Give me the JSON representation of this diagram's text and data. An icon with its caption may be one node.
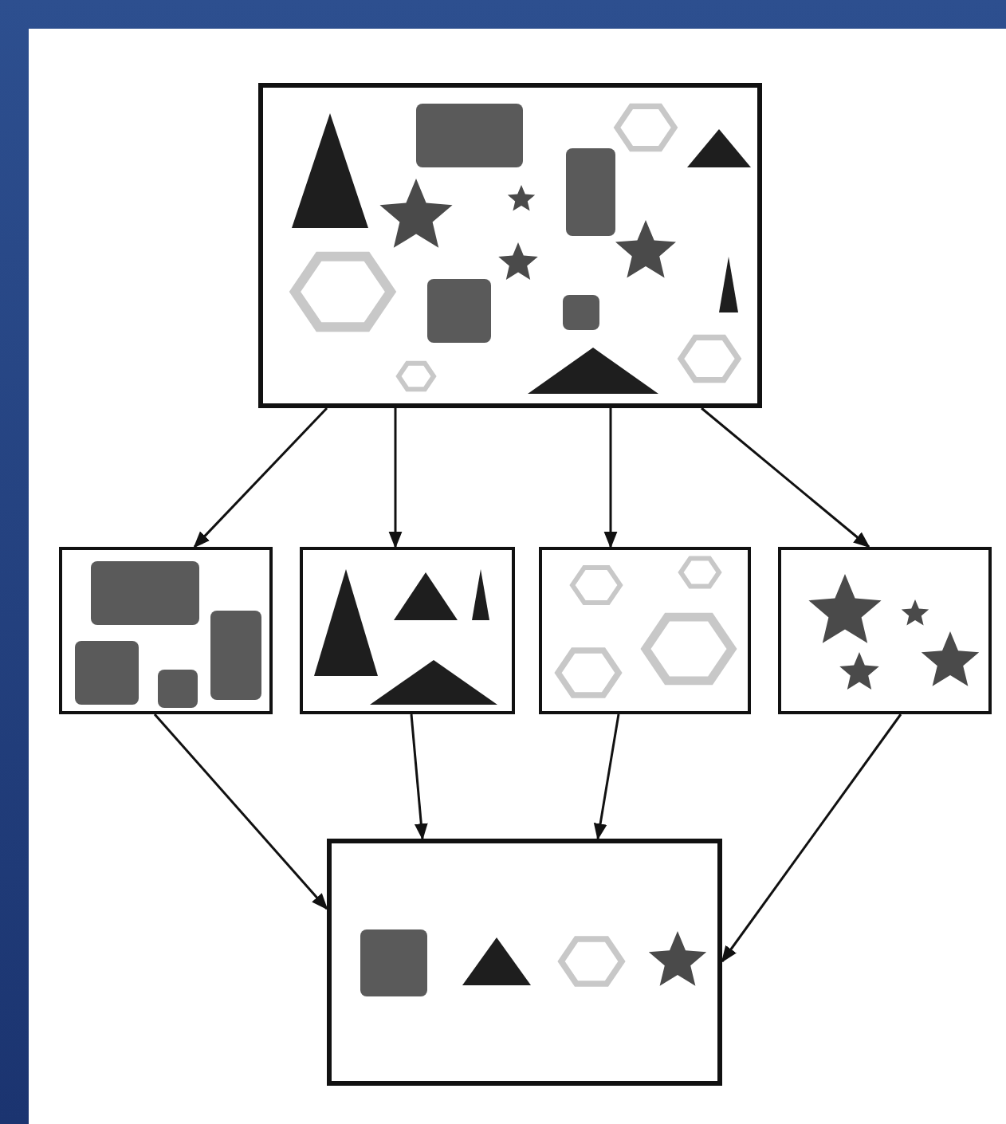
{
  "diagram": {
    "nodes": [
      {
        "text": [],
        "shape": "picture"
      },
      {
        "text": [],
        "shape": "picture"
      },
      {
        "text": [],
        "shape": "picture"
      },
      {
        "text": [],
        "shape": "picture"
      },
      {
        "text": [],
        "shape": "picture"
      },
      {
        "text": [],
        "shape": "picture"
      }
    ],
    "edges": [
      {
        "from": 0,
        "to": 1,
        "arrow": "to"
      },
      {
        "from": 0,
        "to": 2,
        "arrow": "to"
      },
      {
        "from": 0,
        "to": 3,
        "arrow": "to"
      },
      {
        "from": 0,
        "to": 4,
        "arrow": "to"
      },
      {
        "from": 1,
        "to": 5,
        "arrow": "to"
      },
      {
        "from": 2,
        "to": 5,
        "arrow": "to"
      },
      {
        "from": 3,
        "to": 5,
        "arrow": "to"
      },
      {
        "from": 4,
        "to": 5,
        "arrow": "to"
      }
    ]
  }
}
